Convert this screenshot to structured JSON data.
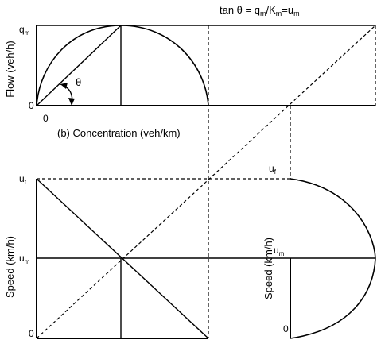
{
  "equation": {
    "lhs": "tan θ",
    "rhs": "q",
    "rhs_sub": "m",
    "slash": "/K",
    "slash_sub": "m",
    "eq": "=u",
    "eq_sub": "m",
    "equals": " = "
  },
  "top_panel": {
    "ylabel": "Flow (veh/h)",
    "xlabel": "(b) Concentration (veh/km)",
    "q_label": "q",
    "q_sub": "m",
    "origin_y": "0",
    "origin_x": "0",
    "angle_label": "θ"
  },
  "bottom_left_panel": {
    "ylabel": "Speed (km/h)",
    "uf_label": "u",
    "uf_sub": "f",
    "um_label": "u",
    "um_sub": "m",
    "origin": "0"
  },
  "bottom_right_panel": {
    "ylabel": "Speed (km/h)",
    "uf_label": "u",
    "uf_sub": "f",
    "um_label": "u",
    "um_sub": "m",
    "origin": "0"
  }
}
